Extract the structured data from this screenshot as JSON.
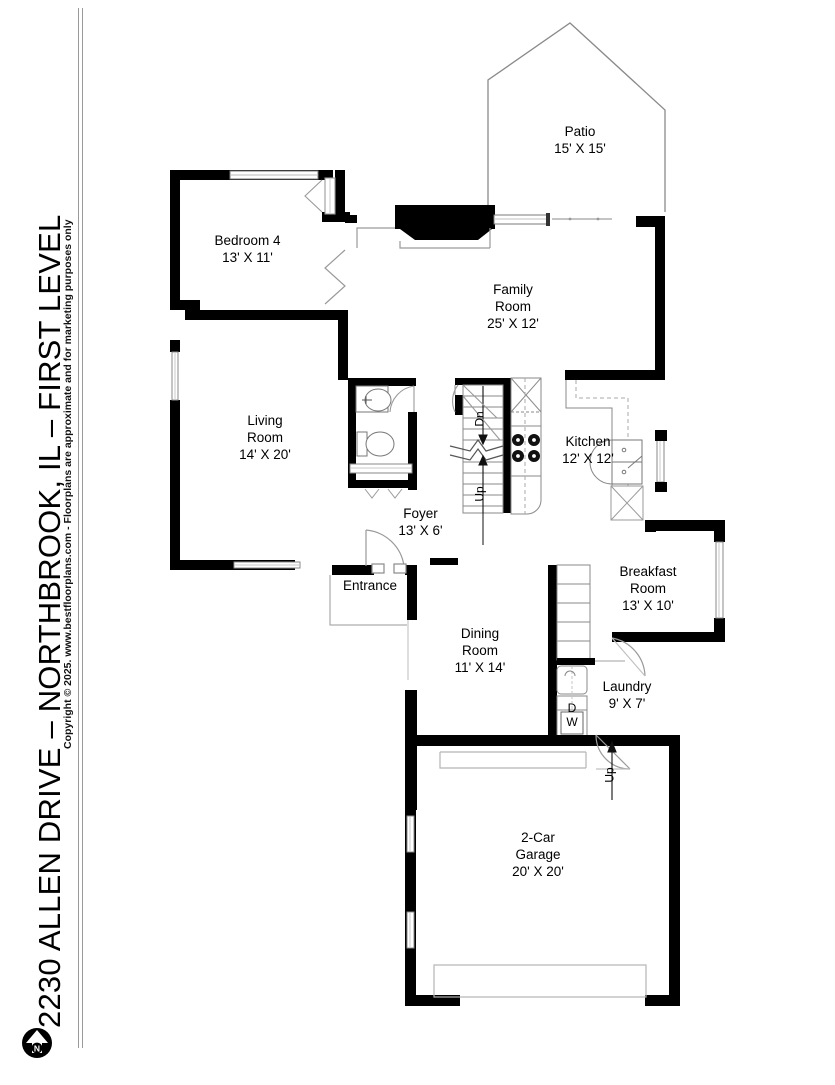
{
  "document": {
    "title": "2230 ALLEN DRIVE – NORTHBROOK, IL – FIRST LEVEL",
    "title_parts": {
      "address_number": "2230",
      "street": "ALLEN DRIVE",
      "separator1": "–",
      "city_state": "NORTHBROOK, IL",
      "separator2": "–",
      "level": "FIRST LEVEL"
    },
    "copyright": "Copyright © 2025. www.bestfloorplans.com - Floorplans are approximate and for marketing purposes only"
  },
  "compass": {
    "icon": "north-arrow-icon",
    "letter": "N"
  },
  "rooms": [
    {
      "id": "patio",
      "name": "Patio",
      "dimensions": "15' X 15'",
      "label": "Patio\n15' X 15'"
    },
    {
      "id": "bedroom4",
      "name": "Bedroom 4",
      "dimensions": "13' X 11'",
      "label": "Bedroom 4\n13' X 11'"
    },
    {
      "id": "family-room",
      "name": "Family Room",
      "dimensions": "25' X 12'",
      "label": "Family\nRoom\n25' X 12'"
    },
    {
      "id": "living-room",
      "name": "Living Room",
      "dimensions": "14' X 20'",
      "label": "Living\nRoom\n14' X 20'"
    },
    {
      "id": "kitchen",
      "name": "Kitchen",
      "dimensions": "12' X 12'",
      "label": "Kitchen\n12' X 12'"
    },
    {
      "id": "foyer",
      "name": "Foyer",
      "dimensions": "13' X 6'",
      "label": "Foyer\n13' X 6'"
    },
    {
      "id": "breakfast",
      "name": "Breakfast Room",
      "dimensions": "13' X 10'",
      "label": "Breakfast\nRoom\n13' X 10'"
    },
    {
      "id": "dining-room",
      "name": "Dining Room",
      "dimensions": "11' X 14'",
      "label": "Dining\nRoom\n11' X 14'"
    },
    {
      "id": "laundry",
      "name": "Laundry",
      "dimensions": "9' X 7'",
      "label": "Laundry\n9' X 7'"
    },
    {
      "id": "garage",
      "name": "2-Car Garage",
      "dimensions": "20' X 20'",
      "label": "2-Car\nGarage\n20' X 20'"
    }
  ],
  "annotations": {
    "entrance": "Entrance",
    "stair_down": "Dn",
    "stair_up_interior": "Up",
    "stair_up_garage": "Up",
    "dryer": "D",
    "washer": "W"
  },
  "colors": {
    "wall": "#000000",
    "thin_line": "#9a9a9a",
    "background": "#ffffff",
    "text": "#000000"
  }
}
